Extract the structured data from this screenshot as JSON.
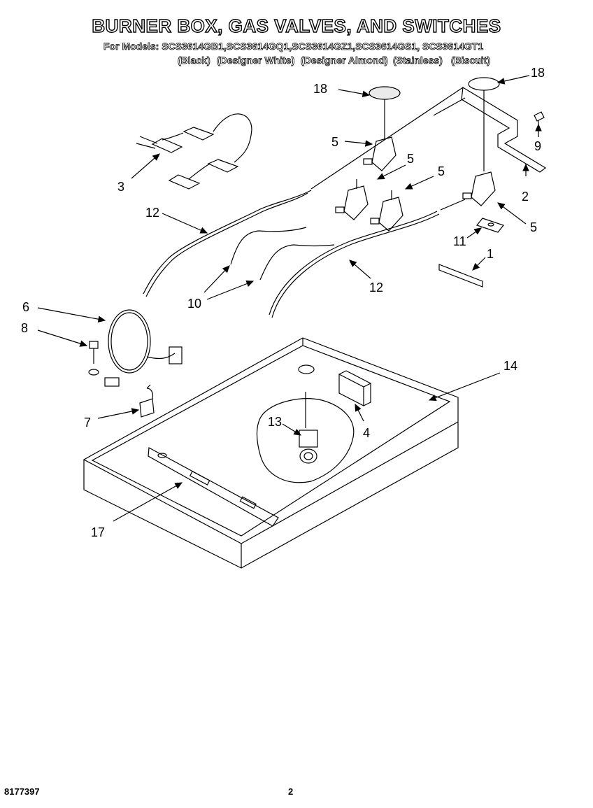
{
  "header": {
    "title": "BURNER BOX, GAS VALVES, AND SWITCHES",
    "models_line": "For Models: SCS3614GB1,SCS3614GQ1,SCS3614GZ1,SCS3614GS1, SCS3614GT1",
    "finishes": [
      "(Black)",
      "(Designer White)",
      "(Designer Almond)",
      "(Stainless)",
      "(Biscuit)"
    ]
  },
  "callouts": [
    "18",
    "18",
    "5",
    "5",
    "5",
    "5",
    "9",
    "2",
    "3",
    "12",
    "12",
    "11",
    "1",
    "10",
    "6",
    "8",
    "14",
    "13",
    "4",
    "7",
    "17"
  ],
  "footer": {
    "part_number": "8177397",
    "page": "2"
  }
}
